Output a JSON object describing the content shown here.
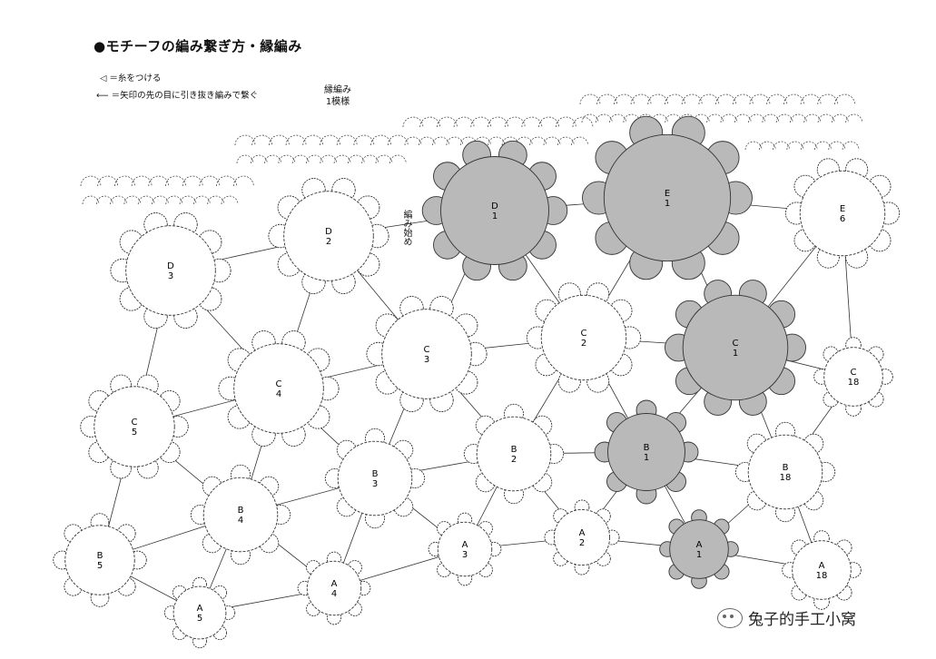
{
  "title": "●モチーフの編み繋ぎ方・縁編み",
  "legend": {
    "attach": "◁ ＝糸をつける",
    "join": "＝矢印の先の目に引き抜き編みで繋ぐ"
  },
  "edge_label": {
    "line1": "縁編み",
    "line2": "1模様"
  },
  "start_label": "編み始め",
  "watermark": "兔子的手工小窝",
  "motifs": [
    {
      "id": "E1",
      "letter": "E",
      "num": "1",
      "filled": true,
      "big": true
    },
    {
      "id": "D1",
      "letter": "D",
      "num": "1",
      "filled": true,
      "big": true
    },
    {
      "id": "C1",
      "letter": "C",
      "num": "1",
      "filled": true,
      "big": true
    },
    {
      "id": "B1",
      "letter": "B",
      "num": "1",
      "filled": true,
      "big": false
    },
    {
      "id": "A1",
      "letter": "A",
      "num": "1",
      "filled": true,
      "big": false
    },
    {
      "id": "D2",
      "letter": "D",
      "num": "2",
      "filled": false,
      "big": true
    },
    {
      "id": "D3",
      "letter": "D",
      "num": "3",
      "filled": false,
      "big": true
    },
    {
      "id": "E6",
      "letter": "E",
      "num": "6",
      "filled": false,
      "big": true
    },
    {
      "id": "C2",
      "letter": "C",
      "num": "2",
      "filled": false,
      "big": true
    },
    {
      "id": "C3",
      "letter": "C",
      "num": "3",
      "filled": false,
      "big": true
    },
    {
      "id": "C4",
      "letter": "C",
      "num": "4",
      "filled": false,
      "big": true
    },
    {
      "id": "C5",
      "letter": "C",
      "num": "5",
      "filled": false,
      "big": true
    },
    {
      "id": "C18",
      "letter": "C",
      "num": "18",
      "filled": false,
      "big": false
    },
    {
      "id": "B2",
      "letter": "B",
      "num": "2",
      "filled": false,
      "big": false
    },
    {
      "id": "B3",
      "letter": "B",
      "num": "3",
      "filled": false,
      "big": false
    },
    {
      "id": "B4",
      "letter": "B",
      "num": "4",
      "filled": false,
      "big": false
    },
    {
      "id": "B5",
      "letter": "B",
      "num": "5",
      "filled": false,
      "big": false
    },
    {
      "id": "B18",
      "letter": "B",
      "num": "18",
      "filled": false,
      "big": false
    },
    {
      "id": "A2",
      "letter": "A",
      "num": "2",
      "filled": false,
      "big": false
    },
    {
      "id": "A3",
      "letter": "A",
      "num": "3",
      "filled": false,
      "big": false
    },
    {
      "id": "A4",
      "letter": "A",
      "num": "4",
      "filled": false,
      "big": false
    },
    {
      "id": "A5",
      "letter": "A",
      "num": "5",
      "filled": false,
      "big": false
    },
    {
      "id": "A18",
      "letter": "A",
      "num": "18",
      "filled": false,
      "big": false
    }
  ],
  "colors": {
    "fill": "#b9b9b9",
    "stroke": "#333333"
  }
}
